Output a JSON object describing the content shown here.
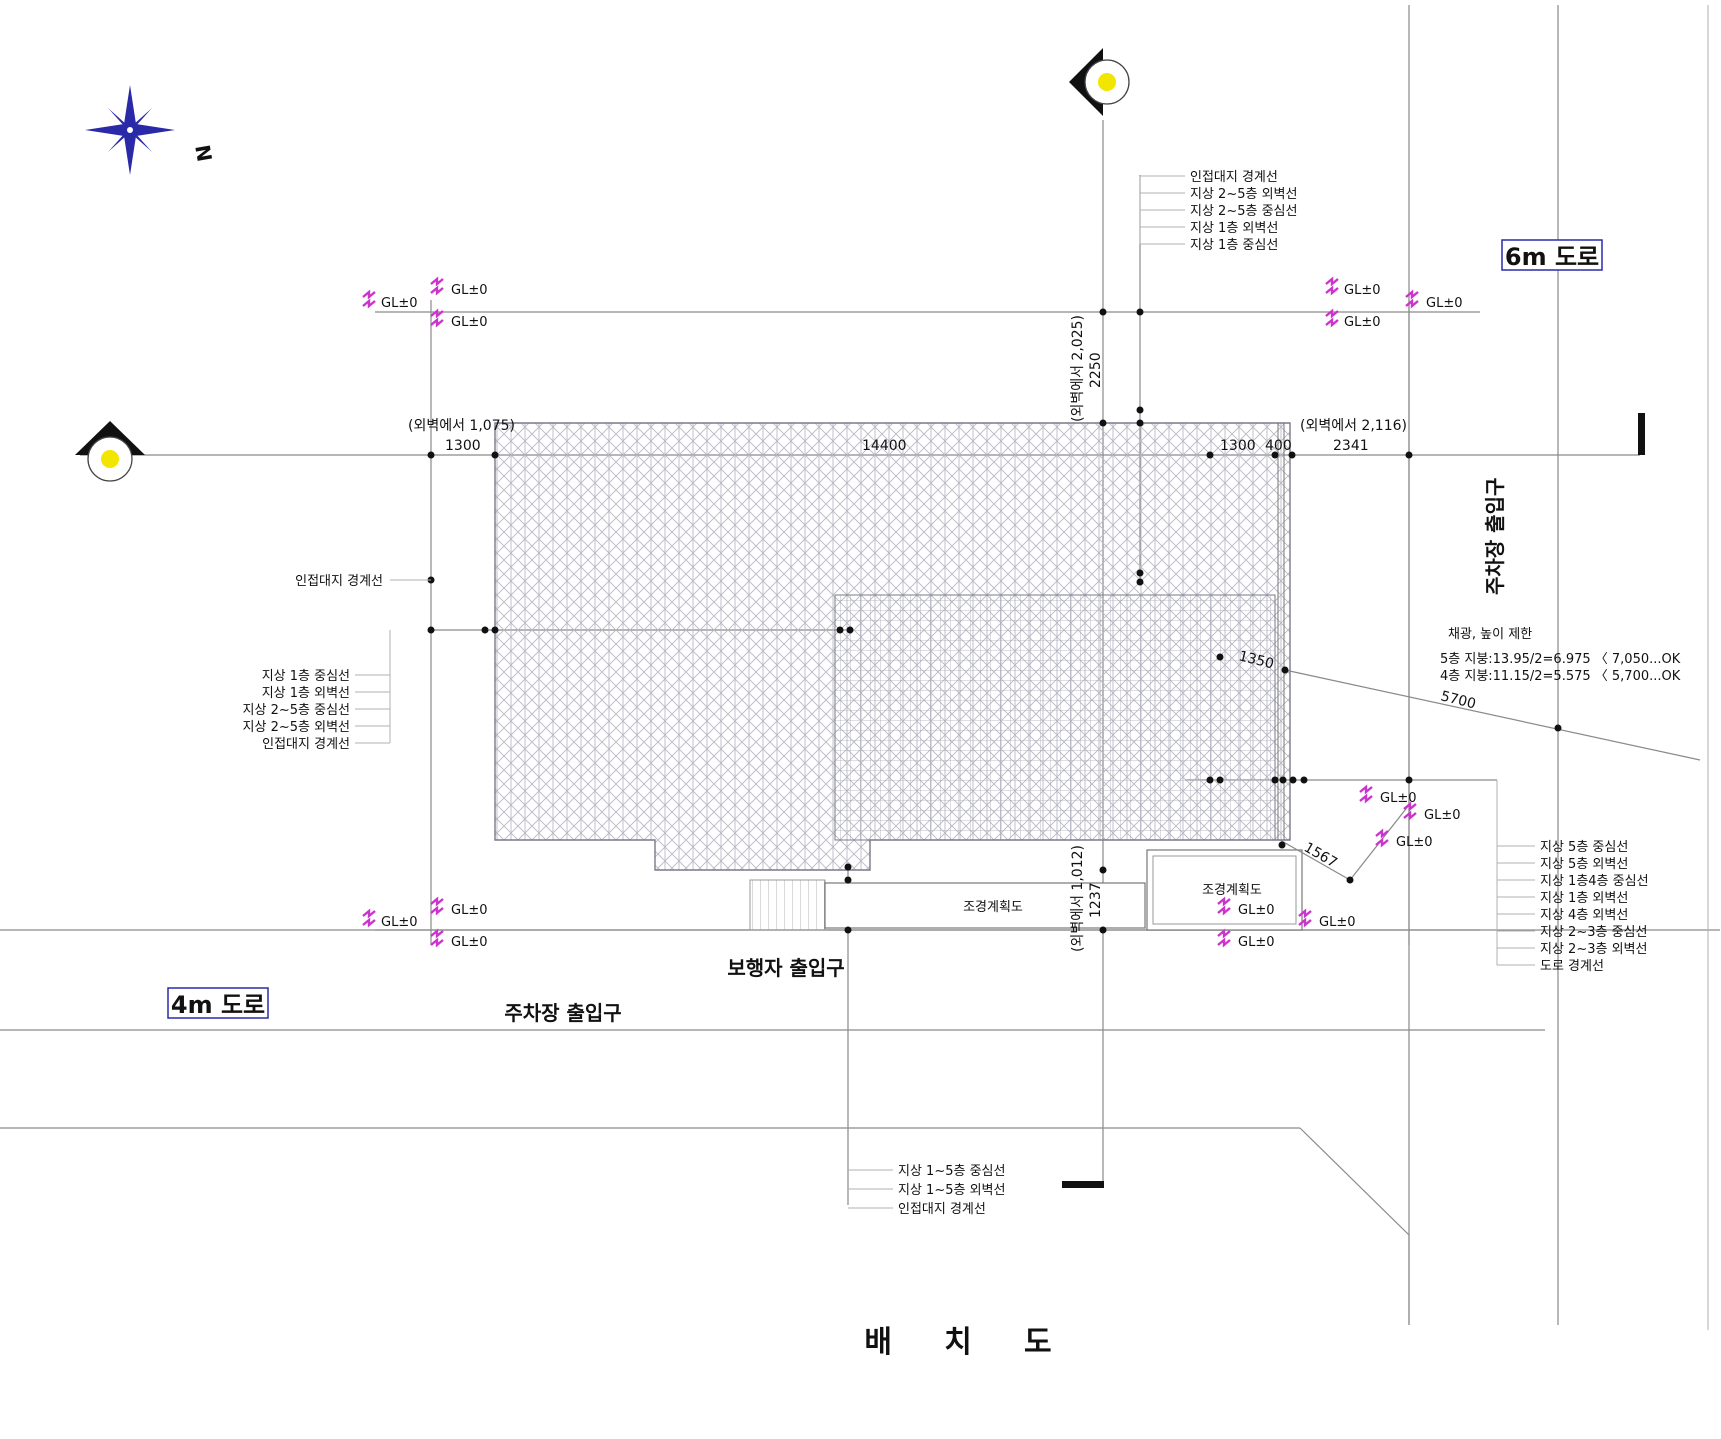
{
  "title": "배     치     도",
  "compass_letter": "N",
  "roads": {
    "road_6m": "6m 도로",
    "road_4m": "4m 도로"
  },
  "entrances": {
    "parking_vertical": "주차장 출입구",
    "parking_horizontal": "주차장 출입구",
    "pedestrian": "보행자 출입구"
  },
  "landscape_labels": [
    "조경계획도",
    "조경계획도"
  ],
  "ground_level": "GL±0",
  "dimensions": {
    "left_note": "(외벽에서 1,075)",
    "left": "1300",
    "main": "14400",
    "right_a": "1300",
    "right_b": "400",
    "right_note": "(외벽에서 2,116)",
    "right": "2341",
    "top_note": "(외벽에서 2,025)",
    "top": "2250",
    "bottom_note": "(외벽에서 1,012)",
    "bottom": "1237",
    "d1350": "1350",
    "d5700": "5700",
    "d1567": "1567"
  },
  "height_limit": {
    "title": "채광, 높이 제한",
    "line5": "5층 지붕:13.95/2=6.975 〈 7,050...OK",
    "line4": "4층 지붕:11.15/2=5.575 〈 5,700...OK"
  },
  "legends": {
    "top": [
      "인접대지 경계선",
      "지상 2~5층 외벽선",
      "지상 2~5층 중심선",
      "지상 1층 외벽선",
      "지상 1층 중심선"
    ],
    "left_single": "인접대지 경계선",
    "left": [
      "지상 1층 중심선",
      "지상 1층 외벽선",
      "지상 2~5층 중심선",
      "지상 2~5층 외벽선",
      "인접대지 경계선"
    ],
    "right": [
      "지상 5층 중심선",
      "지상 5층 외벽선",
      "지상 1층4층 중심선",
      "지상 1층 외벽선",
      "지상 4층 외벽선",
      "지상 2~3층 중심선",
      "지상 2~3층 외벽선",
      "도로 경계선"
    ],
    "bottom": [
      "지상 1~5층 중심선",
      "지상 1~5층 외벽선",
      "인접대지 경계선"
    ]
  },
  "colors": {
    "line": "#8a8a8a",
    "hatch": "#b8b8c4",
    "gl_marker": "#cc33cc",
    "section_marker": "#f2e600",
    "compass": "#2a2aa8",
    "road_box": "#2a2aa8"
  }
}
